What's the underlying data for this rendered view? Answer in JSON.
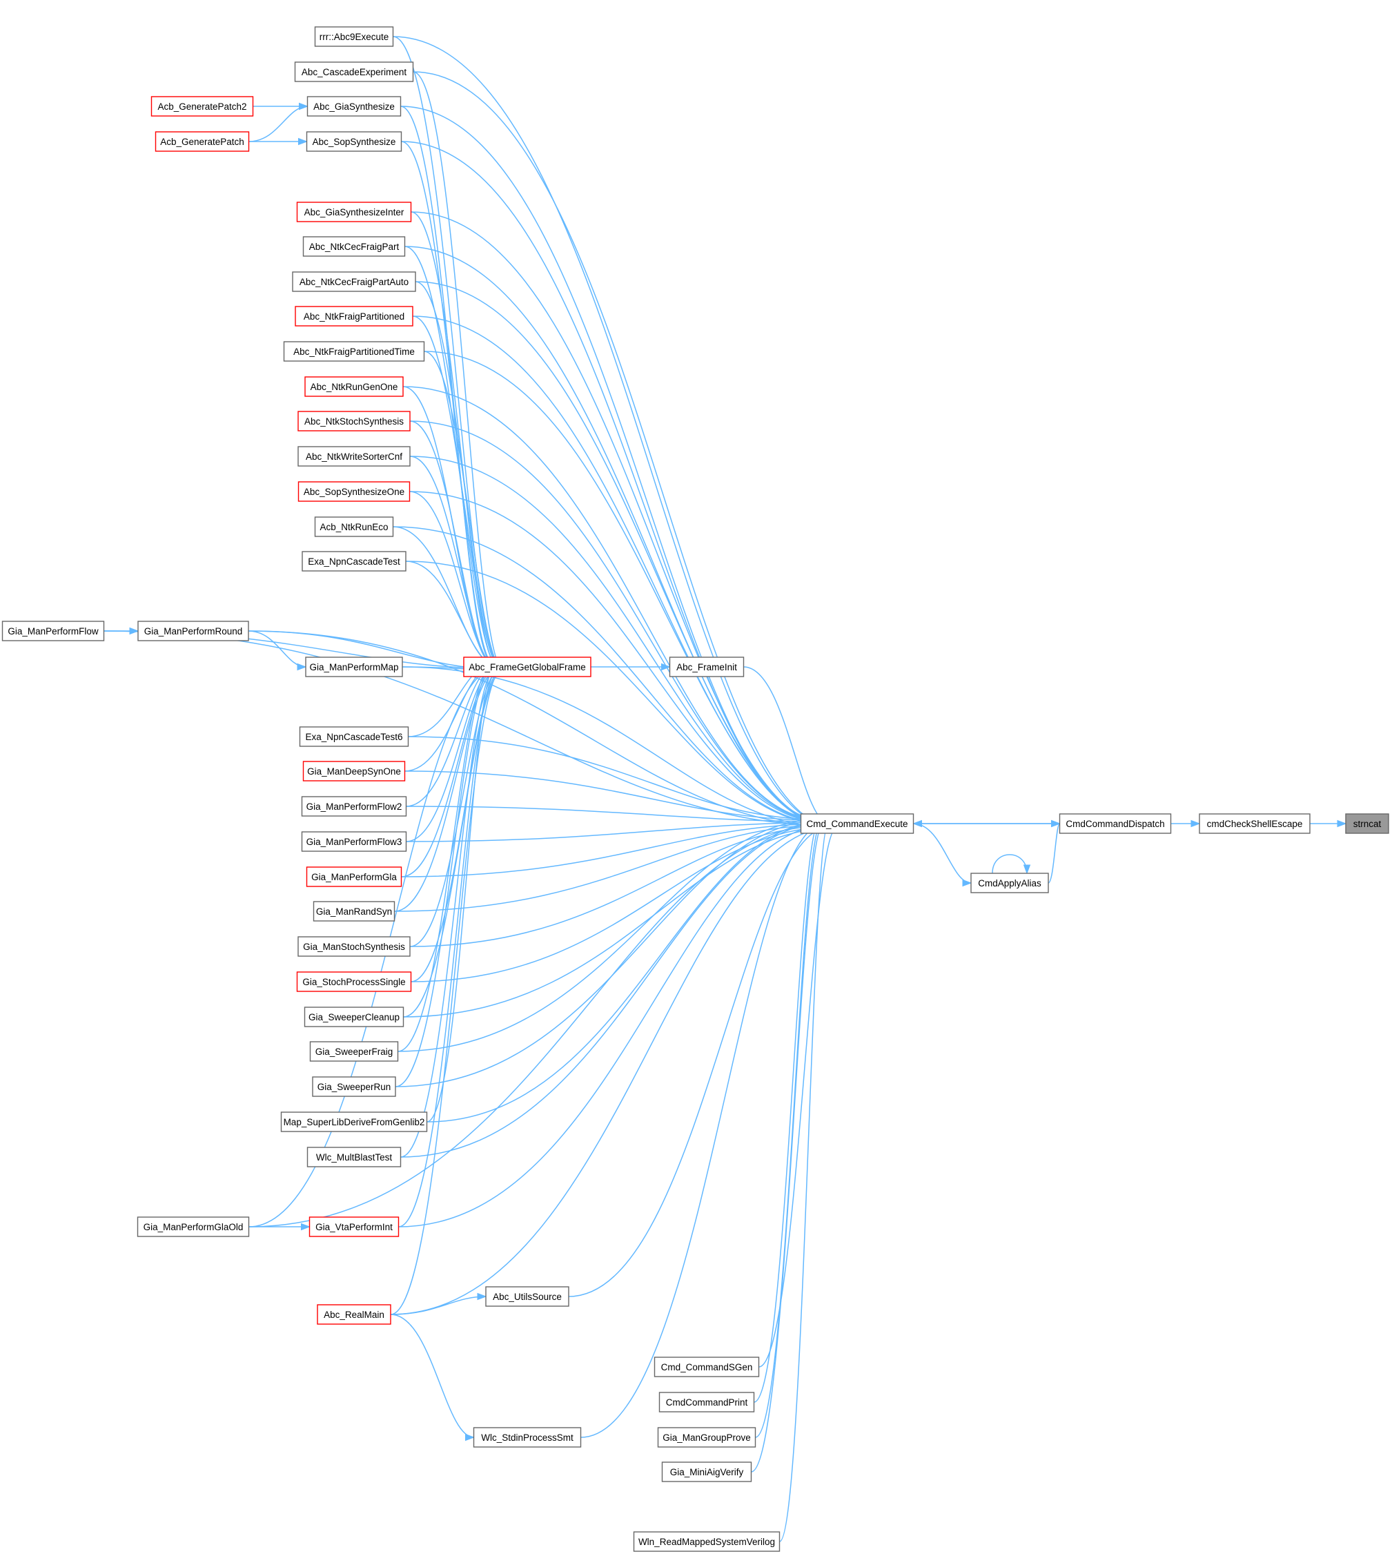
{
  "diagram": {
    "type": "call-graph",
    "edge_color": "#63b8ff",
    "node_border_color": "#666666",
    "node_incomplete_border_color": "#ff0000",
    "highlight_node_fill": "#999999",
    "nodes": [
      {
        "id": "strncat",
        "label": "strncat",
        "highlight": true
      },
      {
        "id": "cmdCheckShellEscape",
        "label": "cmdCheckShellEscape"
      },
      {
        "id": "CmdCommandDispatch",
        "label": "CmdCommandDispatch"
      },
      {
        "id": "CmdApplyAlias",
        "label": "CmdApplyAlias"
      },
      {
        "id": "Cmd_CommandExecute",
        "label": "Cmd_CommandExecute"
      },
      {
        "id": "Abc_FrameInit",
        "label": "Abc_FrameInit"
      },
      {
        "id": "Abc_FrameGetGlobalFrame",
        "label": "Abc_FrameGetGlobalFrame",
        "incomplete": true
      },
      {
        "id": "rrr_Abc9Execute",
        "label": "rrr::Abc9Execute"
      },
      {
        "id": "Abc_CascadeExperiment",
        "label": "Abc_CascadeExperiment"
      },
      {
        "id": "Abc_GiaSynthesize",
        "label": "Abc_GiaSynthesize"
      },
      {
        "id": "Abc_SopSynthesize",
        "label": "Abc_SopSynthesize"
      },
      {
        "id": "Acb_GeneratePatch2",
        "label": "Acb_GeneratePatch2",
        "incomplete": true
      },
      {
        "id": "Acb_GeneratePatch",
        "label": "Acb_GeneratePatch",
        "incomplete": true
      },
      {
        "id": "Abc_GiaSynthesizeInter",
        "label": "Abc_GiaSynthesizeInter",
        "incomplete": true
      },
      {
        "id": "Abc_NtkCecFraigPart",
        "label": "Abc_NtkCecFraigPart"
      },
      {
        "id": "Abc_NtkCecFraigPartAuto",
        "label": "Abc_NtkCecFraigPartAuto"
      },
      {
        "id": "Abc_NtkFraigPartitioned",
        "label": "Abc_NtkFraigPartitioned",
        "incomplete": true
      },
      {
        "id": "Abc_NtkFraigPartitionedTime",
        "label": "Abc_NtkFraigPartitionedTime"
      },
      {
        "id": "Abc_NtkRunGenOne",
        "label": "Abc_NtkRunGenOne",
        "incomplete": true
      },
      {
        "id": "Abc_NtkStochSynthesis",
        "label": "Abc_NtkStochSynthesis",
        "incomplete": true
      },
      {
        "id": "Abc_NtkWriteSorterCnf",
        "label": "Abc_NtkWriteSorterCnf"
      },
      {
        "id": "Abc_SopSynthesizeOne",
        "label": "Abc_SopSynthesizeOne",
        "incomplete": true
      },
      {
        "id": "Acb_NtkRunEco",
        "label": "Acb_NtkRunEco"
      },
      {
        "id": "Exa_NpnCascadeTest",
        "label": "Exa_NpnCascadeTest"
      },
      {
        "id": "Gia_ManPerformFlow",
        "label": "Gia_ManPerformFlow"
      },
      {
        "id": "Gia_ManPerformRound",
        "label": "Gia_ManPerformRound"
      },
      {
        "id": "Gia_ManPerformMap",
        "label": "Gia_ManPerformMap"
      },
      {
        "id": "Exa_NpnCascadeTest6",
        "label": "Exa_NpnCascadeTest6"
      },
      {
        "id": "Gia_ManDeepSynOne",
        "label": "Gia_ManDeepSynOne",
        "incomplete": true
      },
      {
        "id": "Gia_ManPerformFlow2",
        "label": "Gia_ManPerformFlow2"
      },
      {
        "id": "Gia_ManPerformFlow3",
        "label": "Gia_ManPerformFlow3"
      },
      {
        "id": "Gia_ManPerformGla",
        "label": "Gia_ManPerformGla",
        "incomplete": true
      },
      {
        "id": "Gia_ManRandSyn",
        "label": "Gia_ManRandSyn"
      },
      {
        "id": "Gia_ManStochSynthesis",
        "label": "Gia_ManStochSynthesis"
      },
      {
        "id": "Gia_StochProcessSingle",
        "label": "Gia_StochProcessSingle",
        "incomplete": true
      },
      {
        "id": "Gia_SweeperCleanup",
        "label": "Gia_SweeperCleanup"
      },
      {
        "id": "Gia_SweeperFraig",
        "label": "Gia_SweeperFraig"
      },
      {
        "id": "Gia_SweeperRun",
        "label": "Gia_SweeperRun"
      },
      {
        "id": "Map_SuperLibDeriveFromGenlib2",
        "label": "Map_SuperLibDeriveFromGenlib2"
      },
      {
        "id": "Wlc_MultBlastTest",
        "label": "Wlc_MultBlastTest"
      },
      {
        "id": "Gia_ManPerformGlaOld",
        "label": "Gia_ManPerformGlaOld"
      },
      {
        "id": "Gia_VtaPerformInt",
        "label": "Gia_VtaPerformInt",
        "incomplete": true
      },
      {
        "id": "Abc_UtilsSource",
        "label": "Abc_UtilsSource"
      },
      {
        "id": "Abc_RealMain",
        "label": "Abc_RealMain",
        "incomplete": true
      },
      {
        "id": "Cmd_CommandSGen",
        "label": "Cmd_CommandSGen"
      },
      {
        "id": "CmdCommandPrint",
        "label": "CmdCommandPrint"
      },
      {
        "id": "Gia_ManGroupProve",
        "label": "Gia_ManGroupProve"
      },
      {
        "id": "Gia_MiniAigVerify",
        "label": "Gia_MiniAigVerify"
      },
      {
        "id": "Wlc_StdinProcessSmt",
        "label": "Wlc_StdinProcessSmt"
      },
      {
        "id": "Wln_ReadMappedSystemVerilog",
        "label": "Wln_ReadMappedSystemVerilog"
      }
    ],
    "edges": [
      {
        "from": "cmdCheckShellEscape",
        "to": "strncat"
      },
      {
        "from": "CmdCommandDispatch",
        "to": "cmdCheckShellEscape"
      },
      {
        "from": "Cmd_CommandExecute",
        "to": "CmdCommandDispatch"
      },
      {
        "from": "CmdCommandDispatch",
        "to": "Cmd_CommandExecute"
      },
      {
        "from": "CmdApplyAlias",
        "to": "CmdCommandDispatch"
      },
      {
        "from": "CmdApplyAlias",
        "to": "CmdApplyAlias"
      },
      {
        "from": "Cmd_CommandExecute",
        "to": "CmdApplyAlias"
      },
      {
        "from": "Abc_FrameInit",
        "to": "Cmd_CommandExecute"
      },
      {
        "from": "Abc_FrameGetGlobalFrame",
        "to": "Abc_FrameInit"
      },
      {
        "from": "rrr_Abc9Execute",
        "to": "Abc_FrameGetGlobalFrame"
      },
      {
        "from": "rrr_Abc9Execute",
        "to": "Cmd_CommandExecute"
      },
      {
        "from": "Abc_CascadeExperiment",
        "to": "Abc_FrameGetGlobalFrame"
      },
      {
        "from": "Abc_CascadeExperiment",
        "to": "Cmd_CommandExecute"
      },
      {
        "from": "Abc_GiaSynthesize",
        "to": "Abc_FrameGetGlobalFrame"
      },
      {
        "from": "Abc_GiaSynthesize",
        "to": "Cmd_CommandExecute"
      },
      {
        "from": "Abc_SopSynthesize",
        "to": "Abc_FrameGetGlobalFrame"
      },
      {
        "from": "Abc_SopSynthesize",
        "to": "Cmd_CommandExecute"
      },
      {
        "from": "Acb_GeneratePatch2",
        "to": "Abc_GiaSynthesize"
      },
      {
        "from": "Acb_GeneratePatch",
        "to": "Abc_GiaSynthesize"
      },
      {
        "from": "Acb_GeneratePatch",
        "to": "Abc_SopSynthesize"
      },
      {
        "from": "Abc_GiaSynthesizeInter",
        "to": "Abc_FrameGetGlobalFrame"
      },
      {
        "from": "Abc_GiaSynthesizeInter",
        "to": "Cmd_CommandExecute"
      },
      {
        "from": "Abc_NtkCecFraigPart",
        "to": "Abc_FrameGetGlobalFrame"
      },
      {
        "from": "Abc_NtkCecFraigPart",
        "to": "Cmd_CommandExecute"
      },
      {
        "from": "Abc_NtkCecFraigPartAuto",
        "to": "Abc_FrameGetGlobalFrame"
      },
      {
        "from": "Abc_NtkCecFraigPartAuto",
        "to": "Cmd_CommandExecute"
      },
      {
        "from": "Abc_NtkFraigPartitioned",
        "to": "Abc_FrameGetGlobalFrame"
      },
      {
        "from": "Abc_NtkFraigPartitioned",
        "to": "Cmd_CommandExecute"
      },
      {
        "from": "Abc_NtkFraigPartitionedTime",
        "to": "Abc_FrameGetGlobalFrame"
      },
      {
        "from": "Abc_NtkFraigPartitionedTime",
        "to": "Cmd_CommandExecute"
      },
      {
        "from": "Abc_NtkRunGenOne",
        "to": "Abc_FrameGetGlobalFrame"
      },
      {
        "from": "Abc_NtkRunGenOne",
        "to": "Cmd_CommandExecute"
      },
      {
        "from": "Abc_NtkStochSynthesis",
        "to": "Abc_FrameGetGlobalFrame"
      },
      {
        "from": "Abc_NtkStochSynthesis",
        "to": "Cmd_CommandExecute"
      },
      {
        "from": "Abc_NtkWriteSorterCnf",
        "to": "Abc_FrameGetGlobalFrame"
      },
      {
        "from": "Abc_NtkWriteSorterCnf",
        "to": "Cmd_CommandExecute"
      },
      {
        "from": "Abc_SopSynthesizeOne",
        "to": "Abc_FrameGetGlobalFrame"
      },
      {
        "from": "Abc_SopSynthesizeOne",
        "to": "Cmd_CommandExecute"
      },
      {
        "from": "Acb_NtkRunEco",
        "to": "Abc_FrameGetGlobalFrame"
      },
      {
        "from": "Acb_NtkRunEco",
        "to": "Cmd_CommandExecute"
      },
      {
        "from": "Exa_NpnCascadeTest",
        "to": "Abc_FrameGetGlobalFrame"
      },
      {
        "from": "Exa_NpnCascadeTest",
        "to": "Cmd_CommandExecute"
      },
      {
        "from": "Gia_ManPerformFlow",
        "to": "Gia_ManPerformRound"
      },
      {
        "from": "Gia_ManPerformFlow",
        "to": "Abc_FrameGetGlobalFrame"
      },
      {
        "from": "Gia_ManPerformFlow",
        "to": "Cmd_CommandExecute"
      },
      {
        "from": "Gia_ManPerformRound",
        "to": "Gia_ManPerformMap"
      },
      {
        "from": "Gia_ManPerformRound",
        "to": "Abc_FrameGetGlobalFrame"
      },
      {
        "from": "Gia_ManPerformRound",
        "to": "Cmd_CommandExecute"
      },
      {
        "from": "Gia_ManPerformMap",
        "to": "Abc_FrameGetGlobalFrame"
      },
      {
        "from": "Gia_ManPerformMap",
        "to": "Cmd_CommandExecute"
      },
      {
        "from": "Exa_NpnCascadeTest6",
        "to": "Abc_FrameGetGlobalFrame"
      },
      {
        "from": "Exa_NpnCascadeTest6",
        "to": "Cmd_CommandExecute"
      },
      {
        "from": "Gia_ManDeepSynOne",
        "to": "Abc_FrameGetGlobalFrame"
      },
      {
        "from": "Gia_ManDeepSynOne",
        "to": "Cmd_CommandExecute"
      },
      {
        "from": "Gia_ManPerformFlow2",
        "to": "Abc_FrameGetGlobalFrame"
      },
      {
        "from": "Gia_ManPerformFlow2",
        "to": "Cmd_CommandExecute"
      },
      {
        "from": "Gia_ManPerformFlow3",
        "to": "Abc_FrameGetGlobalFrame"
      },
      {
        "from": "Gia_ManPerformFlow3",
        "to": "Cmd_CommandExecute"
      },
      {
        "from": "Gia_ManPerformGla",
        "to": "Abc_FrameGetGlobalFrame"
      },
      {
        "from": "Gia_ManPerformGla",
        "to": "Cmd_CommandExecute"
      },
      {
        "from": "Gia_ManRandSyn",
        "to": "Abc_FrameGetGlobalFrame"
      },
      {
        "from": "Gia_ManRandSyn",
        "to": "Cmd_CommandExecute"
      },
      {
        "from": "Gia_ManStochSynthesis",
        "to": "Abc_FrameGetGlobalFrame"
      },
      {
        "from": "Gia_ManStochSynthesis",
        "to": "Cmd_CommandExecute"
      },
      {
        "from": "Gia_StochProcessSingle",
        "to": "Abc_FrameGetGlobalFrame"
      },
      {
        "from": "Gia_StochProcessSingle",
        "to": "Cmd_CommandExecute"
      },
      {
        "from": "Gia_SweeperCleanup",
        "to": "Abc_FrameGetGlobalFrame"
      },
      {
        "from": "Gia_SweeperCleanup",
        "to": "Cmd_CommandExecute"
      },
      {
        "from": "Gia_SweeperFraig",
        "to": "Abc_FrameGetGlobalFrame"
      },
      {
        "from": "Gia_SweeperFraig",
        "to": "Cmd_CommandExecute"
      },
      {
        "from": "Gia_SweeperRun",
        "to": "Abc_FrameGetGlobalFrame"
      },
      {
        "from": "Gia_SweeperRun",
        "to": "Cmd_CommandExecute"
      },
      {
        "from": "Map_SuperLibDeriveFromGenlib2",
        "to": "Abc_FrameGetGlobalFrame"
      },
      {
        "from": "Map_SuperLibDeriveFromGenlib2",
        "to": "Cmd_CommandExecute"
      },
      {
        "from": "Wlc_MultBlastTest",
        "to": "Abc_FrameGetGlobalFrame"
      },
      {
        "from": "Wlc_MultBlastTest",
        "to": "Cmd_CommandExecute"
      },
      {
        "from": "Gia_ManPerformGlaOld",
        "to": "Gia_VtaPerformInt"
      },
      {
        "from": "Gia_ManPerformGlaOld",
        "to": "Abc_FrameGetGlobalFrame"
      },
      {
        "from": "Gia_ManPerformGlaOld",
        "to": "Cmd_CommandExecute"
      },
      {
        "from": "Gia_VtaPerformInt",
        "to": "Abc_FrameGetGlobalFrame"
      },
      {
        "from": "Gia_VtaPerformInt",
        "to": "Cmd_CommandExecute"
      },
      {
        "from": "Abc_UtilsSource",
        "to": "Cmd_CommandExecute"
      },
      {
        "from": "Abc_RealMain",
        "to": "Abc_UtilsSource"
      },
      {
        "from": "Abc_RealMain",
        "to": "Wlc_StdinProcessSmt"
      },
      {
        "from": "Abc_RealMain",
        "to": "Abc_FrameGetGlobalFrame"
      },
      {
        "from": "Abc_RealMain",
        "to": "Cmd_CommandExecute"
      },
      {
        "from": "Cmd_CommandSGen",
        "to": "Cmd_CommandExecute"
      },
      {
        "from": "CmdCommandPrint",
        "to": "Cmd_CommandExecute"
      },
      {
        "from": "Gia_ManGroupProve",
        "to": "Cmd_CommandExecute"
      },
      {
        "from": "Gia_MiniAigVerify",
        "to": "Cmd_CommandExecute"
      },
      {
        "from": "Wlc_StdinProcessSmt",
        "to": "Cmd_CommandExecute"
      },
      {
        "from": "Wln_ReadMappedSystemVerilog",
        "to": "Cmd_CommandExecute"
      }
    ]
  }
}
